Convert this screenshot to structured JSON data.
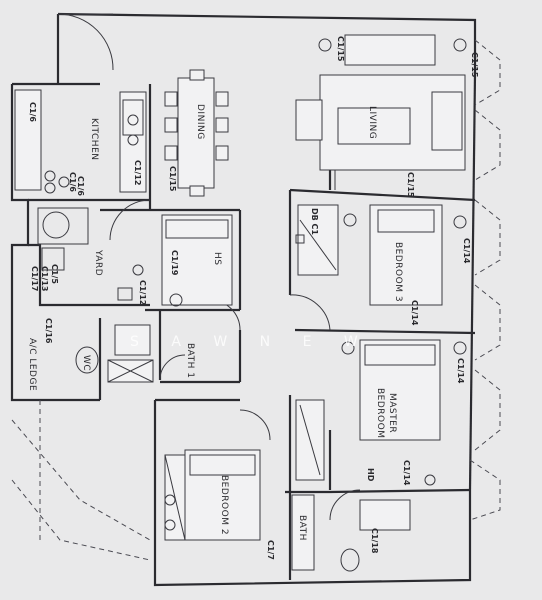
{
  "rooms": {
    "kitchen": "KITCHEN",
    "dining": "DINING",
    "living": "LIVING",
    "yard": "YARD",
    "hs": "HS",
    "bath1": "BATH 1",
    "bedroom3": "BEDROOM 3",
    "master": "MASTER",
    "master2": "BEDROOM",
    "bedroom2": "BEDROOM 2",
    "bath2": "BATH",
    "ac_ledge": "A/C LEDGE",
    "wc": "WC"
  },
  "circuits": {
    "c_kitchen_a": "C1/6",
    "c_kitchen_b": "C1/6",
    "c_kitchen_c": "C1/6",
    "c_kitchen_d": "C1/12",
    "c_kitchen_e": "C1/15",
    "c_living_a": "C1/15",
    "c_living_b": "C1/15",
    "c_living_c": "C1/15",
    "c_db": "DB C1",
    "c_bed3": "C1/14",
    "c_bed3_b": "C1/14",
    "c_master": "C1/14",
    "c_master_b": "C1/14",
    "c_hs": "C1/19",
    "c_yard": "C1/12",
    "c_ac1": "C1/5",
    "c_ac2": "C1/13",
    "c_ac3": "C1/17",
    "c_ac4": "C1/16",
    "c_bath2": "C1/18",
    "c_bed2": "C1/7",
    "c_hd": "HD"
  },
  "watermark": "S A W N E W"
}
